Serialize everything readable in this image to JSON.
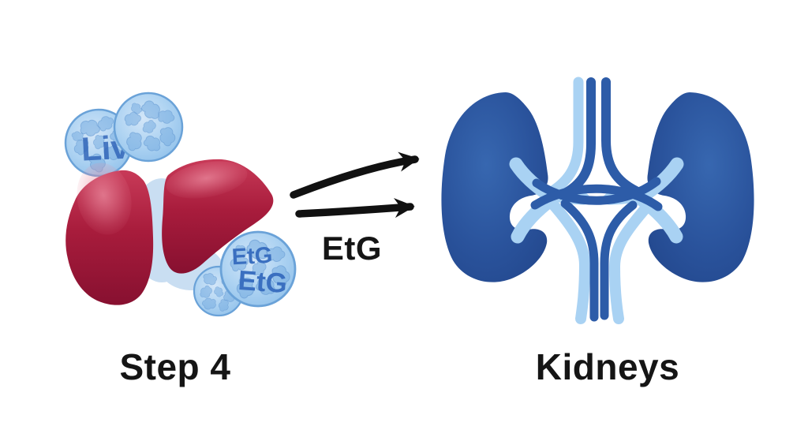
{
  "figure": {
    "type": "medical-step-diagram",
    "step_label": "Step 4",
    "target_label": "Kidneys",
    "arrow_label": "EtG",
    "arrow_count": 2,
    "liver_cell_text": "Liv",
    "etg_molecule_text_line1": "EtG",
    "etg_molecule_text_line2": "EtG",
    "colors": {
      "background": "#ffffff",
      "liver_red": "#a81c3c",
      "liver_red_light": "#c83a58",
      "liver_red_dark": "#871030",
      "kidney_blue": "#2a539c",
      "vessel_dark_blue": "#2d5ca8",
      "vessel_light_blue": "#a9d2f3",
      "cell_blue_fill": "#aed3f2",
      "cell_blue_rim": "#6aa2d8",
      "cell_speckle_blue": "#79ade0",
      "cell_text_blue": "#3a6fc0",
      "ghost_blue": "#c9def2",
      "arrow_black": "#111111",
      "label_black": "#151515"
    }
  }
}
